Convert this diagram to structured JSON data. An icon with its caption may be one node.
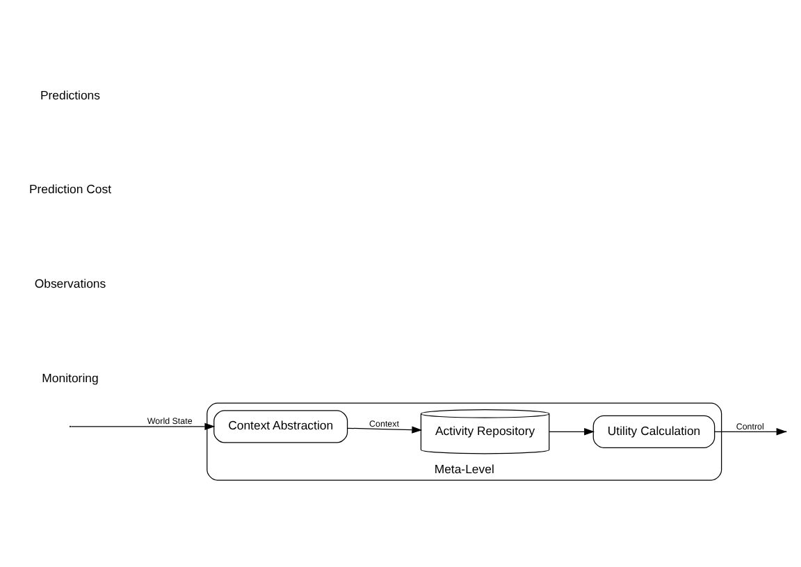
{
  "diagram": {
    "nodes": [
      {
        "text": [
          "Meta-Level"
        ]
      },
      {
        "text": [
          "Utility Calculation"
        ],
        "in": 0
      },
      {
        "text": [
          "Activity Repository"
        ],
        "in": 0
      },
      {
        "text": [
          "Context Abstraction"
        ],
        "in": 0
      }
    ],
    "edges": [
      {
        "from": 2,
        "to": 1,
        "arrow": "to"
      },
      {
        "from": 1,
        "to": null,
        "arrow": "to",
        "label": "Control"
      },
      {
        "from": 3,
        "to": 2,
        "arrow": "to",
        "label": "Context"
      },
      {
        "from": null,
        "to": 3,
        "arrow": "to",
        "label": "World State"
      }
    ],
    "labels": [
      "Predictions",
      "Prediction Cost",
      "Observations",
      "Monitoring"
    ]
  }
}
